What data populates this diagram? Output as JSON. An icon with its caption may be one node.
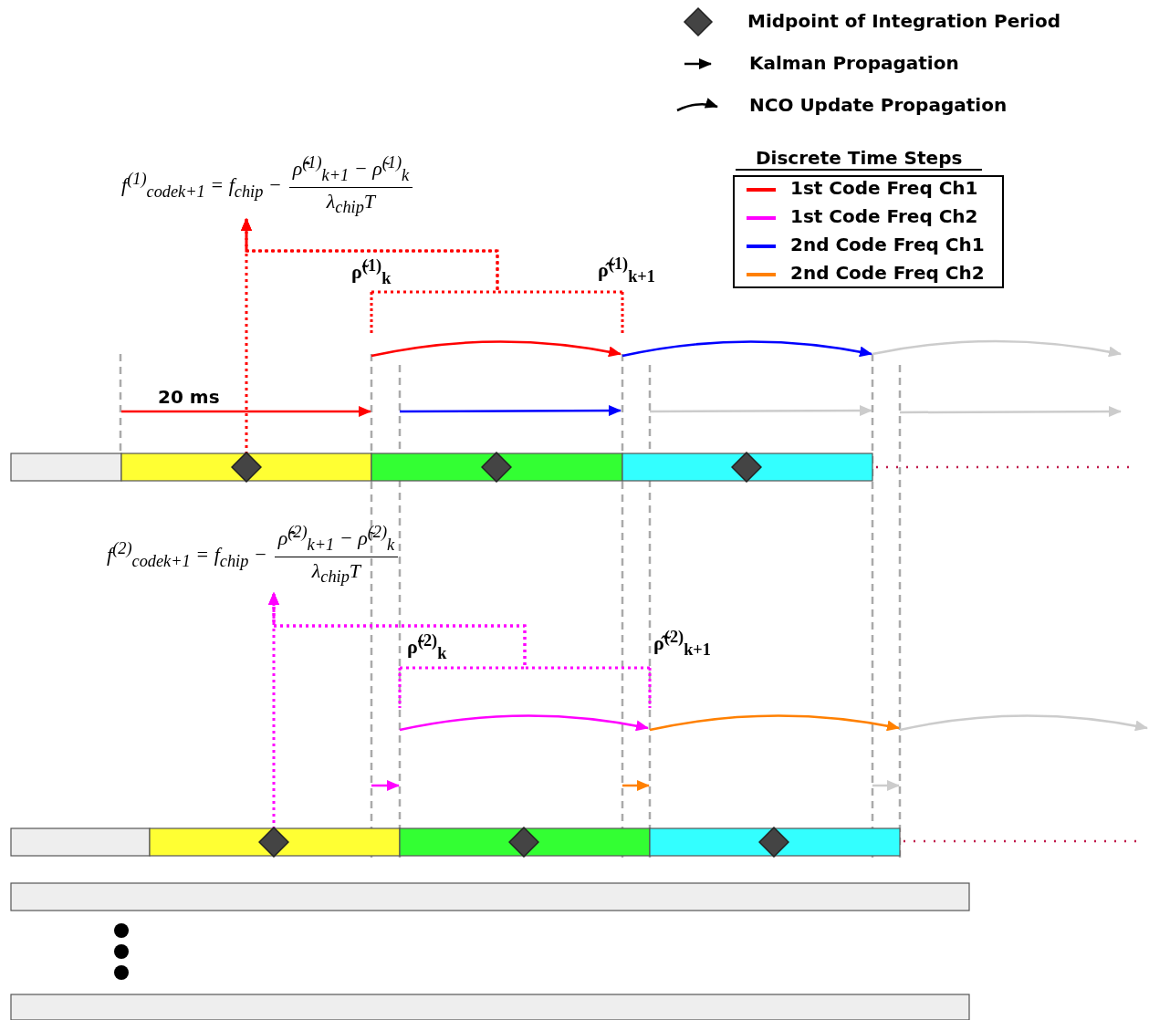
{
  "diagram": {
    "nodes": [
      {
        "text": [
          "f$^{(1)}$$_{code}$$_{k+1}$ = f$_{chip}$ −",
          "ρ̃̂$^{(1)}$$_{k+1}$ − ρ̃$^{(1)}$$_{k}$",
          "λ$_{chip}$T"
        ]
      },
      {
        "text": [
          "ρ̃$^{(1)}$$_{k}$"
        ]
      },
      {
        "text": [
          "ρ̃̂$^{(1)}$$_{k+1}$"
        ]
      },
      {
        "text": [],
        "shape": "diamond"
      },
      {
        "text": [],
        "shape": "diamond"
      },
      {
        "text": [],
        "shape": "diamond"
      },
      {
        "text": [
          "f$^{(2)}$$_{code}$$_{k+1}$ = f$_{chip}$ −",
          "ρ̃̂$^{(2)}$$_{k+1}$ − ρ̃$^{(2)}$$_{k}$",
          "λ$_{chip}$T"
        ]
      },
      {
        "text": [
          "ρ̃$^{(2)}$$_{k}$"
        ]
      },
      {
        "text": [
          "ρ̃̂$^{(2)}$$_{k+1}$"
        ]
      },
      {
        "text": [],
        "shape": "diamond"
      },
      {
        "text": [],
        "shape": "diamond"
      },
      {
        "text": [],
        "shape": "diamond"
      }
    ],
    "edges": [
      {
        "from": 3,
        "to": 0,
        "arrow": "to",
        "style": "dashed",
        "color": "#ff0000"
      },
      {
        "from": 1,
        "to": 0,
        "arrow": "to",
        "style": "dashed",
        "color": "#ff0000"
      },
      {
        "from": 2,
        "to": 0,
        "arrow": "to",
        "style": "dashed",
        "color": "#ff0000"
      },
      {
        "from": 9,
        "to": 6,
        "arrow": "to",
        "style": "dashed",
        "color": "#ff00ff"
      },
      {
        "from": 7,
        "to": 6,
        "arrow": "to",
        "style": "dashed",
        "color": "#ff00ff"
      },
      {
        "from": 8,
        "to": 6,
        "arrow": "to",
        "style": "dashed",
        "color": "#ff00ff"
      }
    ],
    "labels": [
      "20 ms",
      "Discrete Time Steps"
    ],
    "legend": [
      {
        "text": "Midpoint of Integration Period"
      },
      {
        "text": "Kalman Propagation"
      },
      {
        "text": "NCO Update Propagation"
      },
      {
        "text": "1st Code Freq Ch1",
        "color": "#ff0000"
      },
      {
        "text": "1st Code Freq Ch2",
        "color": "#ff00ff"
      },
      {
        "text": "2nd Code Freq Ch1",
        "color": "#0000ff"
      },
      {
        "text": "2nd Code Freq Ch2",
        "color": "#ff8000"
      }
    ]
  }
}
